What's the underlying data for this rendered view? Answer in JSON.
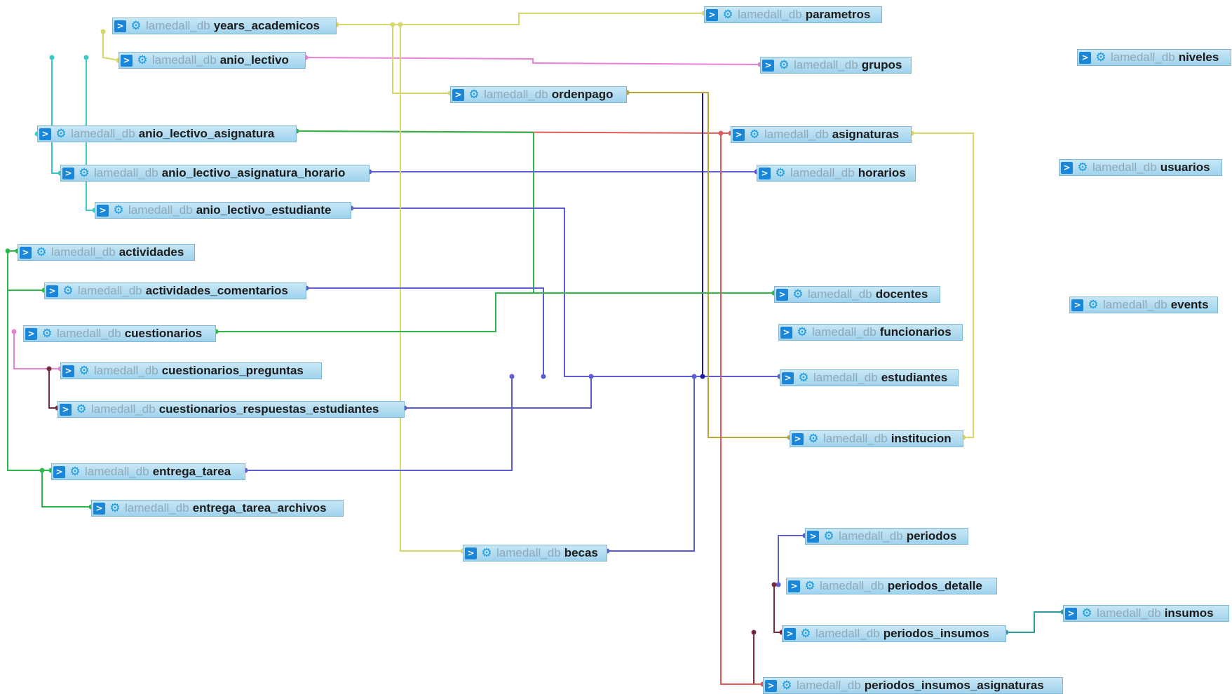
{
  "colors": {
    "yellow": "#d7d76a",
    "pink": "#ea7fd6",
    "cyan": "#3bc8c8",
    "green": "#2db84a",
    "darkred": "#7a2a3e",
    "red": "#e05a5a",
    "blue": "#5c5cd6",
    "navy": "#1f1f9e",
    "olive": "#b5a53d",
    "teal": "#2a9f9f",
    "brown": "#8a3a3a",
    "purple": "#6a2aa0"
  },
  "schema": "lamedall_db",
  "tables": [
    {
      "id": "years_academicos",
      "name": "years_academicos"
    },
    {
      "id": "anio_lectivo",
      "name": "anio_lectivo"
    },
    {
      "id": "anio_lectivo_asignatura",
      "name": "anio_lectivo_asignatura"
    },
    {
      "id": "anio_lectivo_asignatura_horario",
      "name": "anio_lectivo_asignatura_horario"
    },
    {
      "id": "anio_lectivo_estudiante",
      "name": "anio_lectivo_estudiante"
    },
    {
      "id": "actividades",
      "name": "actividades"
    },
    {
      "id": "actividades_comentarios",
      "name": "actividades_comentarios"
    },
    {
      "id": "cuestionarios",
      "name": "cuestionarios"
    },
    {
      "id": "cuestionarios_preguntas",
      "name": "cuestionarios_preguntas"
    },
    {
      "id": "cuestionarios_respuestas_estudiantes",
      "name": "cuestionarios_respuestas_estudiantes"
    },
    {
      "id": "entrega_tarea",
      "name": "entrega_tarea"
    },
    {
      "id": "entrega_tarea_archivos",
      "name": "entrega_tarea_archivos"
    },
    {
      "id": "ordenpago",
      "name": "ordenpago"
    },
    {
      "id": "becas",
      "name": "becas"
    },
    {
      "id": "parametros",
      "name": "parametros"
    },
    {
      "id": "grupos",
      "name": "grupos"
    },
    {
      "id": "asignaturas",
      "name": "asignaturas"
    },
    {
      "id": "horarios",
      "name": "horarios"
    },
    {
      "id": "docentes",
      "name": "docentes"
    },
    {
      "id": "funcionarios",
      "name": "funcionarios"
    },
    {
      "id": "estudiantes",
      "name": "estudiantes"
    },
    {
      "id": "institucion",
      "name": "institucion"
    },
    {
      "id": "periodos",
      "name": "periodos"
    },
    {
      "id": "periodos_detalle",
      "name": "periodos_detalle"
    },
    {
      "id": "periodos_insumos",
      "name": "periodos_insumos"
    },
    {
      "id": "periodos_insumos_asignaturas",
      "name": "periodos_insumos_asignaturas"
    },
    {
      "id": "insumos",
      "name": "insumos"
    },
    {
      "id": "niveles",
      "name": "niveles"
    },
    {
      "id": "usuarios",
      "name": "usuarios"
    },
    {
      "id": "events",
      "name": "events"
    }
  ],
  "relations": [
    {
      "from": "anio_lectivo",
      "to": "years_academicos",
      "color": "yellow"
    },
    {
      "from": "anio_lectivo",
      "to": "grupos",
      "color": "pink"
    },
    {
      "from": "anio_lectivo_asignatura",
      "to": "anio_lectivo",
      "color": "cyan"
    },
    {
      "from": "anio_lectivo_asignatura_horario",
      "to": "anio_lectivo",
      "color": "cyan"
    },
    {
      "from": "anio_lectivo_estudiante",
      "to": "anio_lectivo",
      "color": "cyan"
    },
    {
      "from": "anio_lectivo_asignatura",
      "to": "asignaturas",
      "color": "red"
    },
    {
      "from": "anio_lectivo_asignatura",
      "to": "docentes",
      "color": "green"
    },
    {
      "from": "anio_lectivo_asignatura_horario",
      "to": "horarios",
      "color": "blue"
    },
    {
      "from": "anio_lectivo_estudiante",
      "to": "estudiantes",
      "color": "blue"
    },
    {
      "from": "ordenpago",
      "to": "years_academicos",
      "color": "yellow"
    },
    {
      "from": "ordenpago",
      "to": "estudiantes",
      "color": "navy"
    },
    {
      "from": "ordenpago",
      "to": "institucion",
      "color": "olive"
    },
    {
      "from": "parametros",
      "to": "years_academicos",
      "color": "yellow"
    },
    {
      "from": "becas",
      "to": "years_academicos",
      "color": "yellow"
    },
    {
      "from": "becas",
      "to": "estudiantes",
      "color": "blue"
    },
    {
      "from": "asignaturas",
      "to": "institucion",
      "color": "yellow"
    },
    {
      "from": "actividades_comentarios",
      "to": "actividades",
      "color": "green"
    },
    {
      "from": "actividades_comentarios",
      "to": "estudiantes",
      "color": "blue"
    },
    {
      "from": "entrega_tarea",
      "to": "actividades",
      "color": "green"
    },
    {
      "from": "entrega_tarea_archivos",
      "to": "entrega_tarea",
      "color": "green"
    },
    {
      "from": "entrega_tarea",
      "to": "estudiantes",
      "color": "blue"
    },
    {
      "from": "cuestionarios",
      "to": "docentes",
      "color": "green"
    },
    {
      "from": "cuestionarios_preguntas",
      "to": "cuestionarios",
      "color": "pink"
    },
    {
      "from": "cuestionarios_respuestas_estudiantes",
      "to": "cuestionarios_preguntas",
      "color": "darkred"
    },
    {
      "from": "cuestionarios_respuestas_estudiantes",
      "to": "estudiantes",
      "color": "blue"
    },
    {
      "from": "periodos_detalle",
      "to": "periodos",
      "color": "blue"
    },
    {
      "from": "periodos_insumos",
      "to": "periodos_detalle",
      "color": "darkred"
    },
    {
      "from": "periodos_insumos_asignaturas",
      "to": "periodos_insumos",
      "color": "darkred"
    },
    {
      "from": "periodos_insumos_asignaturas",
      "to": "asignaturas",
      "color": "red"
    },
    {
      "from": "periodos_insumos",
      "to": "insumos",
      "color": "teal"
    }
  ]
}
